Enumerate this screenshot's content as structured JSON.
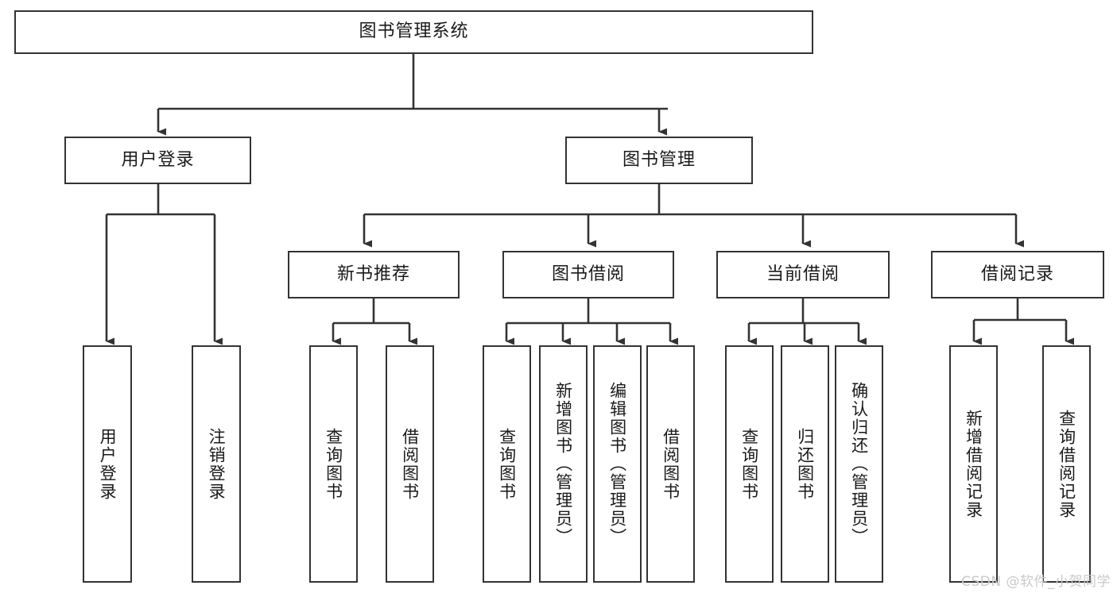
{
  "diagram": {
    "type": "tree-hierarchy-chart",
    "title": "图书管理系统",
    "watermark": "CSDN @软件_小贺同学",
    "colors": {
      "box_border": "#333333",
      "box_fill": "#ffffff",
      "connector": "#333333",
      "text": "#1a1a1a",
      "watermark": "#c9c9c9",
      "background": "#ffffff"
    },
    "levels": {
      "level1": [
        {
          "id": "root",
          "label": "图书管理系统",
          "orientation": "horizontal"
        }
      ],
      "level2": [
        {
          "id": "user-login",
          "label": "用户登录",
          "orientation": "horizontal",
          "parent": "root"
        },
        {
          "id": "book-management",
          "label": "图书管理",
          "orientation": "horizontal",
          "parent": "root"
        }
      ],
      "level3": [
        {
          "id": "new-book-recommend",
          "label": "新书推荐",
          "orientation": "horizontal",
          "parent": "book-management"
        },
        {
          "id": "book-borrow",
          "label": "图书借阅",
          "orientation": "horizontal",
          "parent": "book-management"
        },
        {
          "id": "current-borrow",
          "label": "当前借阅",
          "orientation": "horizontal",
          "parent": "book-management"
        },
        {
          "id": "borrow-record",
          "label": "借阅记录",
          "orientation": "horizontal",
          "parent": "book-management"
        }
      ],
      "level4": [
        {
          "id": "leaf-user-login",
          "label": "用户登录",
          "orientation": "vertical",
          "parent": "user-login"
        },
        {
          "id": "leaf-logout-login",
          "label": "注销登录",
          "orientation": "vertical",
          "parent": "user-login"
        },
        {
          "id": "leaf-query-book-1",
          "label": "查询图书",
          "orientation": "vertical",
          "parent": "new-book-recommend"
        },
        {
          "id": "leaf-borrow-book-1",
          "label": "借阅图书",
          "orientation": "vertical",
          "parent": "new-book-recommend"
        },
        {
          "id": "leaf-query-book-2",
          "label": "查询图书",
          "orientation": "vertical",
          "parent": "book-borrow"
        },
        {
          "id": "leaf-add-book",
          "label": "新增图书（管理员）",
          "orientation": "vertical",
          "parent": "book-borrow"
        },
        {
          "id": "leaf-edit-book",
          "label": "编辑图书（管理员）",
          "orientation": "vertical",
          "parent": "book-borrow"
        },
        {
          "id": "leaf-borrow-book-2",
          "label": "借阅图书",
          "orientation": "vertical",
          "parent": "book-borrow"
        },
        {
          "id": "leaf-query-book-3",
          "label": "查询图书",
          "orientation": "vertical",
          "parent": "current-borrow"
        },
        {
          "id": "leaf-return-book",
          "label": "归还图书",
          "orientation": "vertical",
          "parent": "current-borrow"
        },
        {
          "id": "leaf-confirm-return",
          "label": "确认归还（管理员）",
          "orientation": "vertical",
          "parent": "current-borrow"
        },
        {
          "id": "leaf-add-borrow-record",
          "label": "新增借阅记录",
          "orientation": "vertical",
          "parent": "borrow-record"
        },
        {
          "id": "leaf-query-borrow-record",
          "label": "查询借阅记录",
          "orientation": "vertical",
          "parent": "borrow-record"
        }
      ]
    }
  }
}
